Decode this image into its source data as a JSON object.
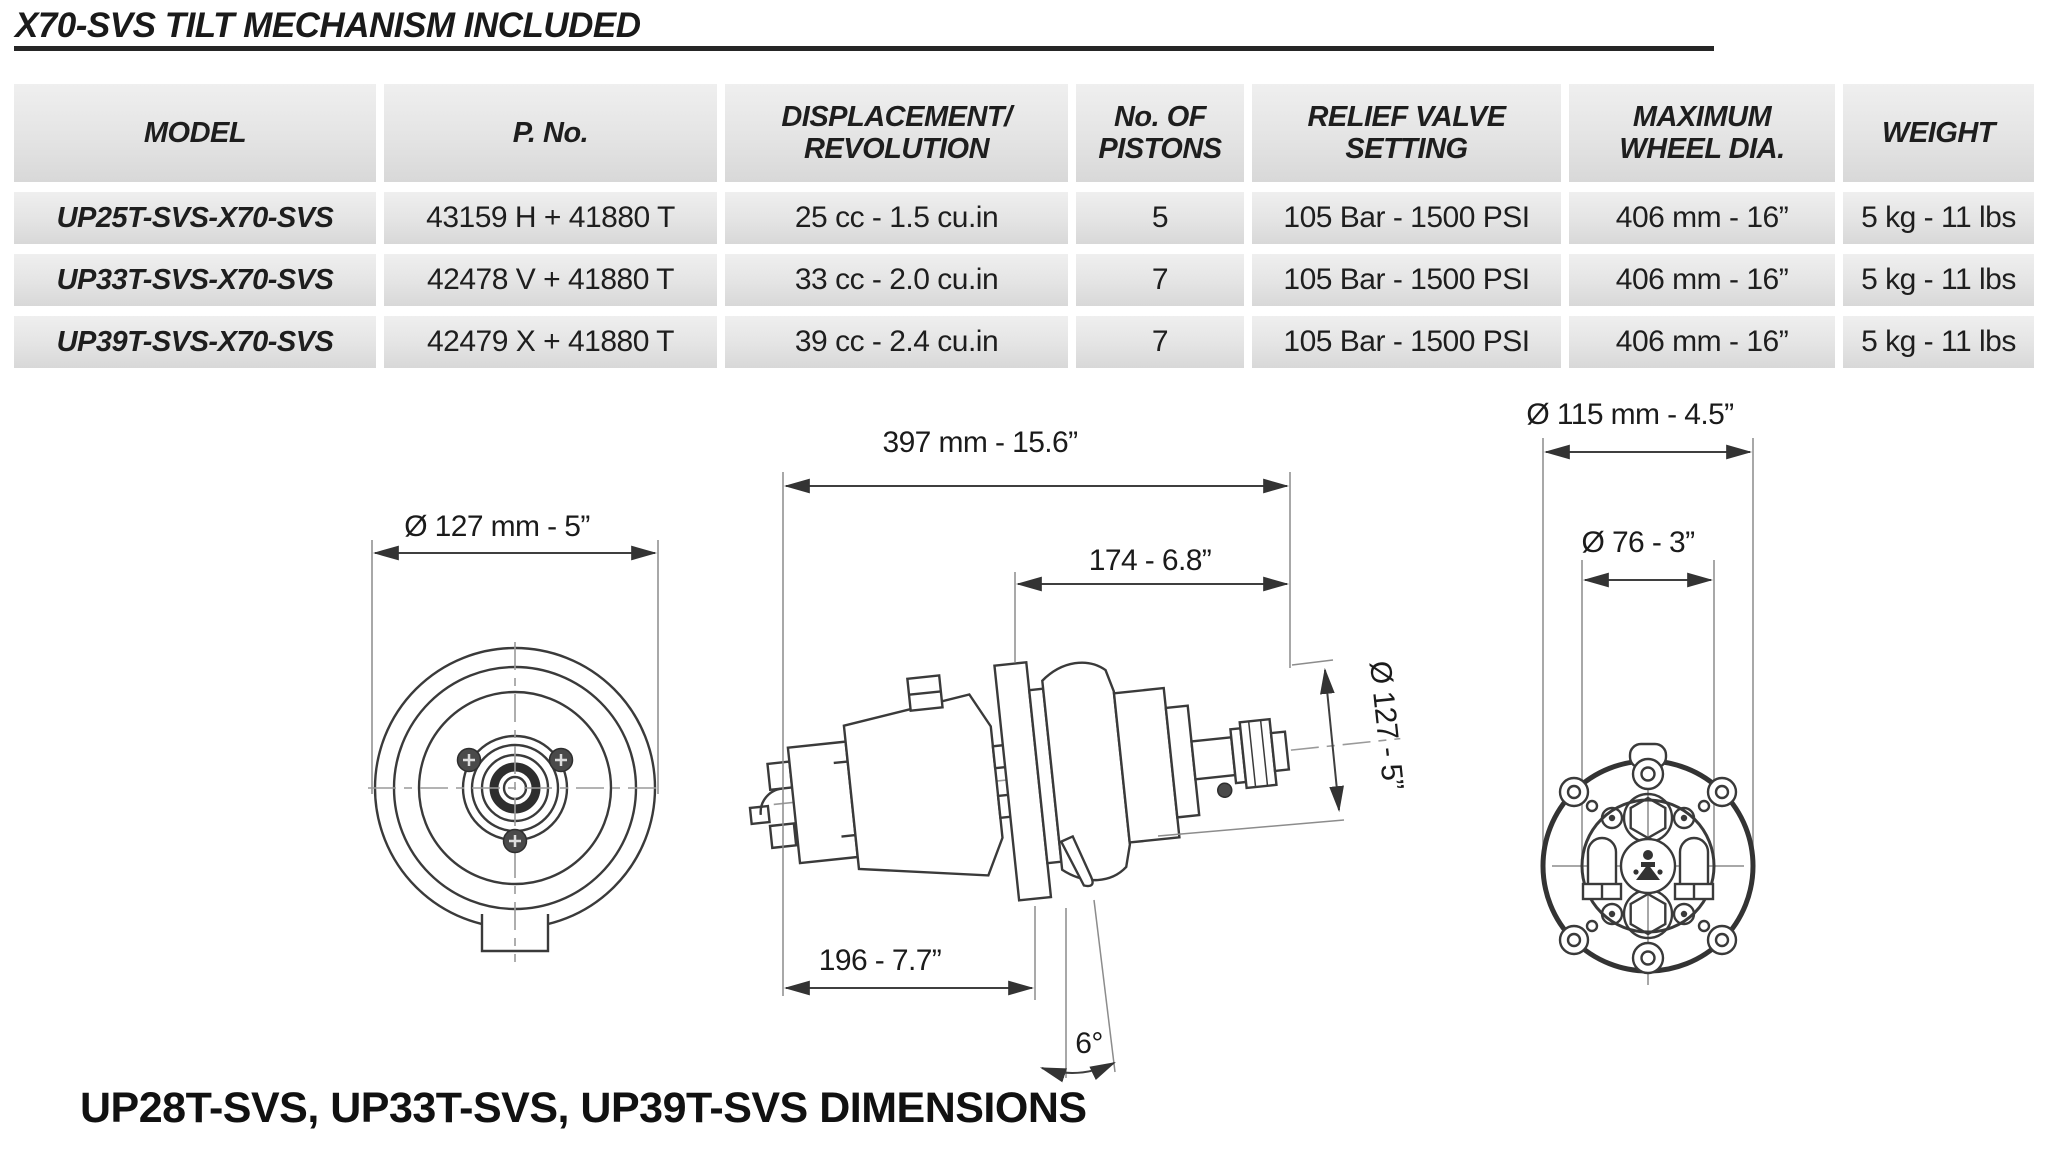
{
  "page": {
    "title": "X70-SVS TILT MECHANISM INCLUDED",
    "caption": "UP28T-SVS, UP33T-SVS, UP39T-SVS DIMENSIONS"
  },
  "spec_table": {
    "headers": [
      "MODEL",
      "P. No.",
      "DISPLACEMENT/\nREVOLUTION",
      "No. OF\nPISTONS",
      "RELIEF VALVE\nSETTING",
      "MAXIMUM\nWHEEL DIA.",
      "WEIGHT"
    ],
    "rows": [
      {
        "model": "UP25T-SVS-X70-SVS",
        "p_no": "43159 H + 41880 T",
        "displacement": "25 cc - 1.5 cu.in",
        "pistons": "5",
        "relief": "105 Bar - 1500 PSI",
        "wheel": "406 mm - 16”",
        "weight": "5 kg - 11 lbs"
      },
      {
        "model": "UP33T-SVS-X70-SVS",
        "p_no": "42478 V + 41880 T",
        "displacement": "33 cc - 2.0 cu.in",
        "pistons": "7",
        "relief": "105 Bar - 1500 PSI",
        "wheel": "406 mm - 16”",
        "weight": "5 kg - 11 lbs"
      },
      {
        "model": "UP39T-SVS-X70-SVS",
        "p_no": "42479 X + 41880 T",
        "displacement": "39 cc - 2.4 cu.in",
        "pistons": "7",
        "relief": "105 Bar - 1500 PSI",
        "wheel": "406 mm - 16”",
        "weight": "5 kg - 11 lbs"
      }
    ]
  },
  "drawings": {
    "front_view": {
      "diameter_label": "Ø 127 mm - 5”"
    },
    "side_view": {
      "overall_length_label": "397 mm - 15.6”",
      "upper_length_label": "174 - 6.8”",
      "lower_length_label": "196 - 7.7”",
      "tilt_angle_label": "6°",
      "diameter_label": "Ø 127 - 5”"
    },
    "back_view": {
      "flange_diameter_label": "Ø 115 mm - 4.5”",
      "bolt_circle_diameter_label": "Ø 76 - 3”"
    }
  }
}
